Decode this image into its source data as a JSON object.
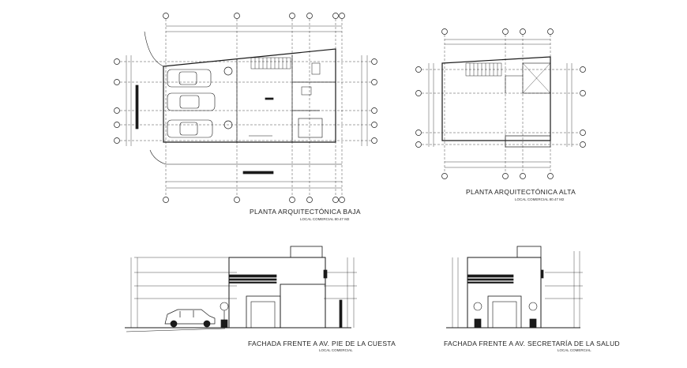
{
  "drawings": {
    "ground_floor": {
      "title": "PLANTA ARQUITECTÓNICA BAJA",
      "subtitle": "LOCAL COMERCIAL 80.47 M2"
    },
    "upper_floor": {
      "title": "PLANTA ARQUITECTÓNICA ALTA",
      "subtitle": "LOCAL COMERCIAL 80.47 M2"
    },
    "facade_left": {
      "title": "FACHADA FRENTE A AV. PIE DE LA CUESTA",
      "subtitle": "LOCAL COMERCIAL"
    },
    "facade_right": {
      "title": "FACHADA FRENTE A AV. SECRETARÍA DE LA SALUD",
      "subtitle": "LOCAL COMERCIAL"
    }
  },
  "colors": {
    "line": "#1a1a1a",
    "background": "#ffffff"
  }
}
